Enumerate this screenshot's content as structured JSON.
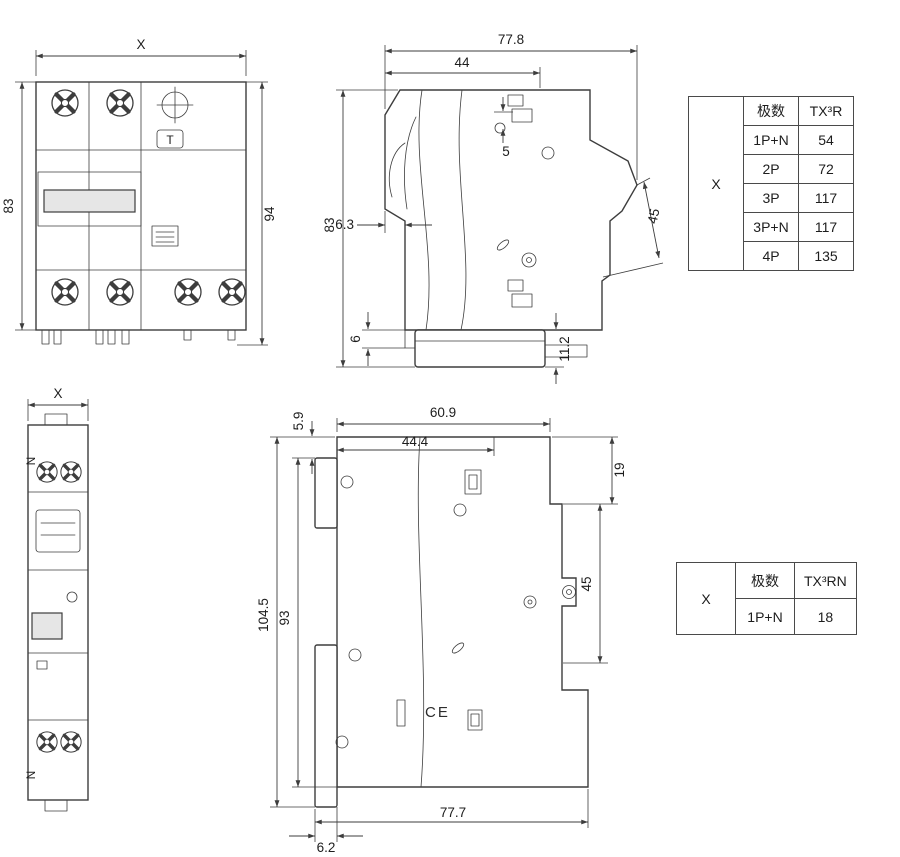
{
  "views": {
    "front_2p": {
      "dim_width": "X",
      "dim_height_body": "83",
      "dim_height_total": "94",
      "test_button_label": "T"
    },
    "side_2p": {
      "dim_depth_total": "77.8",
      "dim_depth_upper": "44",
      "dim_screw_offset": "5",
      "dim_handle": "6.3",
      "dim_height": "83",
      "dim_rail_hook": "45",
      "dim_foot": "6",
      "dim_clip": "11.2"
    },
    "front_1p": {
      "dim_width": "X",
      "neutral_top": "N",
      "neutral_bottom": "N"
    },
    "side_1p": {
      "dim_clip_offset": "5.9",
      "dim_depth_upper_total": "60.9",
      "dim_depth_upper": "44.4",
      "dim_step": "19",
      "dim_height_total": "104.5",
      "dim_height_body": "93",
      "dim_rail": "45",
      "dim_depth_bottom": "77.7",
      "dim_foot": "6.2",
      "ce_mark": "CE"
    }
  },
  "tables": {
    "tx3r": {
      "x_label": "X",
      "col_poles": "极数",
      "col_series": "TX³R",
      "rows": [
        {
          "poles": "1P+N",
          "width": "54"
        },
        {
          "poles": "2P",
          "width": "72"
        },
        {
          "poles": "3P",
          "width": "117"
        },
        {
          "poles": "3P+N",
          "width": "117"
        },
        {
          "poles": "4P",
          "width": "135"
        }
      ]
    },
    "tx3rn": {
      "x_label": "X",
      "col_poles": "极数",
      "col_series": "TX³RN",
      "rows": [
        {
          "poles": "1P+N",
          "width": "18"
        }
      ]
    }
  }
}
